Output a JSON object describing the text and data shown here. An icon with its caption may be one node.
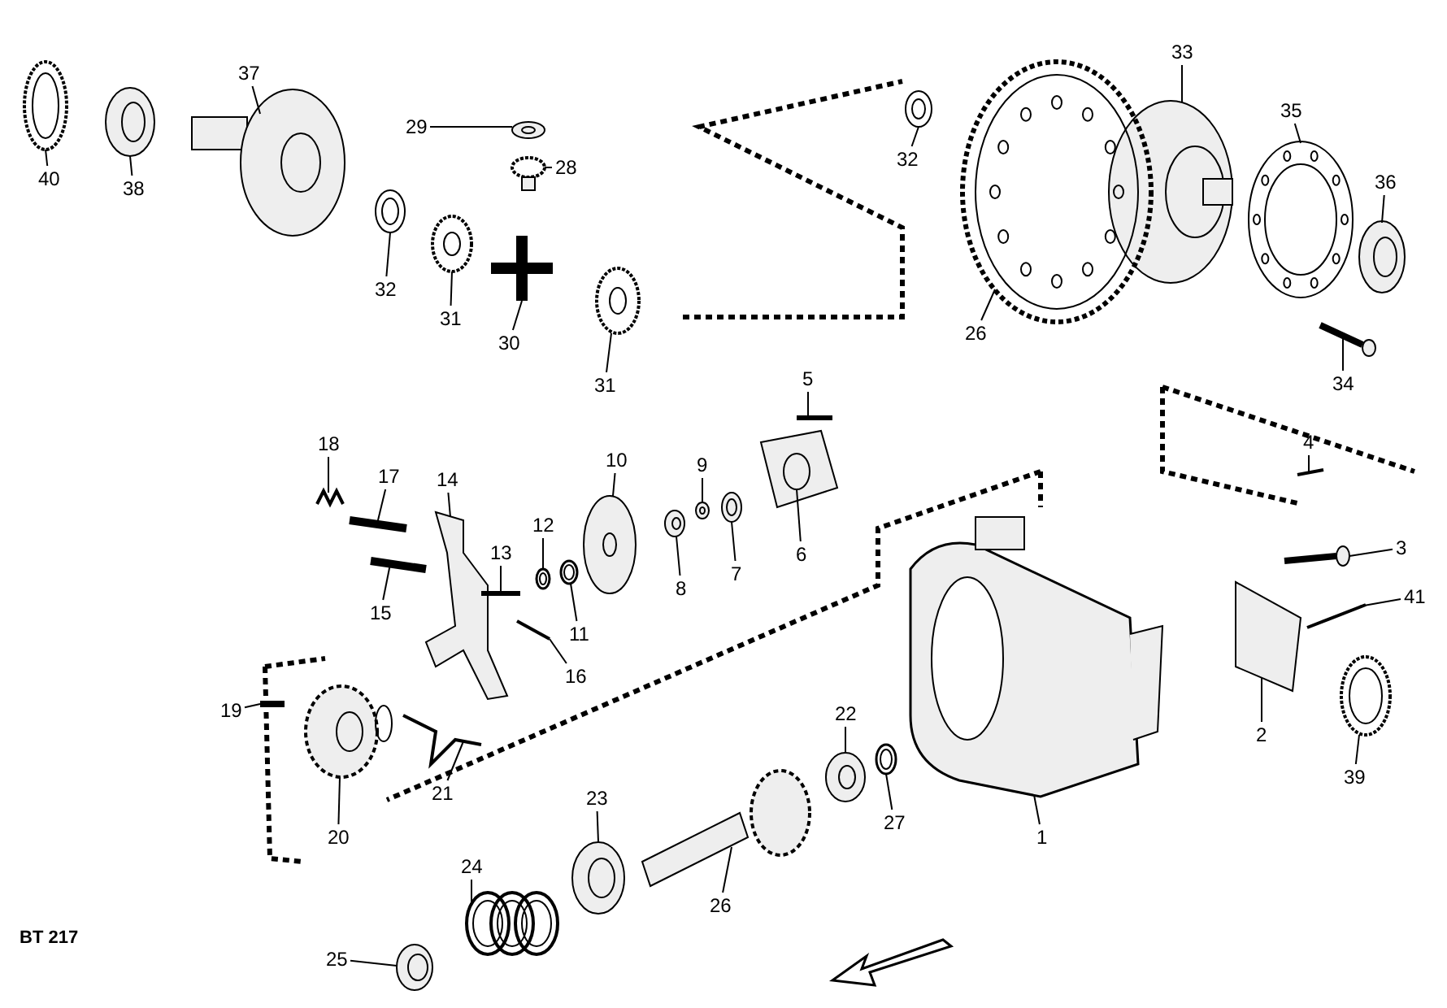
{
  "diagram": {
    "nodes": [
      {
        "text": [
          "40"
        ]
      },
      {
        "text": [
          "38"
        ]
      },
      {
        "text": [
          "37"
        ]
      },
      {
        "text": [
          "33"
        ]
      },
      {
        "text": [
          "35"
        ]
      },
      {
        "text": [
          "29"
        ]
      },
      {
        "text": [
          "32"
        ]
      },
      {
        "text": [
          "28"
        ]
      },
      {
        "text": [
          "36"
        ]
      },
      {
        "text": [
          "26"
        ]
      },
      {
        "text": [
          "32"
        ]
      },
      {
        "text": [
          "31"
        ]
      },
      {
        "text": [
          "30"
        ]
      },
      {
        "text": [
          "31"
        ]
      },
      {
        "text": [
          "5"
        ]
      },
      {
        "text": [
          "34"
        ]
      },
      {
        "text": [
          "4"
        ]
      },
      {
        "text": [
          "18"
        ]
      },
      {
        "text": [
          "10"
        ]
      },
      {
        "text": [
          "9"
        ]
      },
      {
        "text": [
          "17"
        ]
      },
      {
        "text": [
          "14"
        ]
      },
      {
        "text": [
          "12"
        ]
      },
      {
        "text": [
          "3"
        ]
      },
      {
        "text": [
          "6"
        ]
      },
      {
        "text": [
          "7"
        ]
      },
      {
        "text": [
          "13"
        ]
      },
      {
        "text": [
          "8"
        ]
      },
      {
        "text": [
          "41"
        ]
      },
      {
        "text": [
          "15"
        ]
      },
      {
        "text": [
          "11"
        ]
      },
      {
        "text": [
          "16"
        ]
      },
      {
        "text": [
          "19"
        ]
      },
      {
        "text": [
          "22"
        ]
      },
      {
        "text": [
          "2"
        ]
      },
      {
        "text": [
          "39"
        ]
      },
      {
        "text": [
          "21"
        ]
      },
      {
        "text": [
          "23"
        ]
      },
      {
        "text": [
          "27"
        ]
      },
      {
        "text": [
          "20"
        ]
      },
      {
        "text": [
          "1"
        ]
      },
      {
        "text": [
          "24"
        ]
      },
      {
        "text": [
          "26"
        ]
      },
      {
        "text": [
          "25"
        ]
      },
      {
        "text": [],
        "shape": "picture"
      },
      {
        "text": [],
        "shape": "picture"
      },
      {
        "text": [],
        "shape": "picture"
      },
      {
        "text": [],
        "shape": "picture"
      },
      {
        "text": [],
        "shape": "picture"
      },
      {
        "text": [],
        "shape": "picture"
      },
      {
        "text": [],
        "shape": "picture"
      },
      {
        "text": [],
        "shape": "picture"
      },
      {
        "text": [],
        "shape": "picture"
      },
      {
        "text": [],
        "shape": "picture"
      },
      {
        "text": [],
        "shape": "picture"
      },
      {
        "text": [],
        "shape": "picture"
      },
      {
        "text": [],
        "shape": "picture"
      },
      {
        "text": [],
        "shape": "picture"
      },
      {
        "text": [],
        "shape": "picture"
      },
      {
        "text": [],
        "shape": "picture"
      },
      {
        "text": [],
        "shape": "picture"
      },
      {
        "text": [],
        "shape": "picture"
      },
      {
        "text": [],
        "shape": "picture"
      },
      {
        "text": [],
        "shape": "picture"
      },
      {
        "text": [],
        "shape": "picture"
      },
      {
        "text": [],
        "shape": "picture"
      },
      {
        "text": [],
        "shape": "picture"
      },
      {
        "text": [],
        "shape": "picture"
      },
      {
        "text": [],
        "shape": "picture"
      },
      {
        "text": [],
        "shape": "picture"
      },
      {
        "text": [],
        "shape": "picture"
      },
      {
        "text": [],
        "shape": "picture"
      },
      {
        "text": [],
        "shape": "picture"
      },
      {
        "text": [],
        "shape": "picture"
      },
      {
        "text": [],
        "shape": "picture"
      },
      {
        "text": [],
        "shape": "picture"
      },
      {
        "text": [],
        "shape": "picture"
      },
      {
        "text": [],
        "shape": "picture"
      },
      {
        "text": [],
        "shape": "picture"
      },
      {
        "text": [],
        "shape": "picture"
      },
      {
        "text": [],
        "shape": "picture"
      },
      {
        "text": [],
        "shape": "picture"
      },
      {
        "text": [],
        "shape": "picture"
      },
      {
        "text": [],
        "shape": "picture"
      },
      {
        "text": [],
        "shape": "picture"
      },
      {
        "text": [],
        "shape": "picture"
      },
      {
        "text": [],
        "shape": "picture"
      },
      {
        "text": [],
        "shape": "picture"
      }
    ],
    "edges": [
      {
        "from": 0,
        "to": 44,
        "arrow": "none"
      },
      {
        "from": 1,
        "to": 45,
        "arrow": "none"
      },
      {
        "from": 2,
        "to": 46,
        "arrow": "none"
      },
      {
        "from": 3,
        "to": 47,
        "arrow": "none"
      },
      {
        "from": 4,
        "to": 48,
        "arrow": "none"
      },
      {
        "from": 5,
        "to": 49,
        "arrow": "none"
      },
      {
        "from": 6,
        "to": 50,
        "arrow": "none"
      },
      {
        "from": 7,
        "to": 51,
        "arrow": "none"
      },
      {
        "from": 8,
        "to": 52,
        "arrow": "none"
      },
      {
        "from": 9,
        "to": 53,
        "arrow": "none"
      },
      {
        "from": 10,
        "to": 54,
        "arrow": "none"
      },
      {
        "from": 11,
        "to": 55,
        "arrow": "none"
      },
      {
        "from": 12,
        "to": 56,
        "arrow": "none"
      },
      {
        "from": 13,
        "to": 57,
        "arrow": "none"
      },
      {
        "from": 14,
        "to": 58,
        "arrow": "none"
      },
      {
        "from": 15,
        "to": 59,
        "arrow": "none"
      },
      {
        "from": 16,
        "to": 60,
        "arrow": "none"
      },
      {
        "from": 17,
        "to": 61,
        "arrow": "none"
      },
      {
        "from": 18,
        "to": 62,
        "arrow": "none"
      },
      {
        "from": 19,
        "to": 63,
        "arrow": "none"
      },
      {
        "from": 20,
        "to": 64,
        "arrow": "none"
      },
      {
        "from": 21,
        "to": 65,
        "arrow": "none"
      },
      {
        "from": 22,
        "to": 66,
        "arrow": "none"
      },
      {
        "from": 23,
        "to": 67,
        "arrow": "none"
      },
      {
        "from": 24,
        "to": 68,
        "arrow": "none"
      },
      {
        "from": 25,
        "to": 69,
        "arrow": "none"
      },
      {
        "from": 26,
        "to": 70,
        "arrow": "none"
      },
      {
        "from": 27,
        "to": 71,
        "arrow": "none"
      },
      {
        "from": 28,
        "to": 72,
        "arrow": "none"
      },
      {
        "from": 29,
        "to": 73,
        "arrow": "none"
      },
      {
        "from": 30,
        "to": 74,
        "arrow": "none"
      },
      {
        "from": 31,
        "to": 75,
        "arrow": "none"
      },
      {
        "from": 32,
        "to": 76,
        "arrow": "none"
      },
      {
        "from": 33,
        "to": 77,
        "arrow": "none"
      },
      {
        "from": 34,
        "to": 78,
        "arrow": "none"
      },
      {
        "from": 35,
        "to": 79,
        "arrow": "none"
      },
      {
        "from": 36,
        "to": 80,
        "arrow": "none"
      },
      {
        "from": 37,
        "to": 81,
        "arrow": "none"
      },
      {
        "from": 38,
        "to": 82,
        "arrow": "none"
      },
      {
        "from": 39,
        "to": 83,
        "arrow": "none"
      },
      {
        "from": 40,
        "to": 84,
        "arrow": "none"
      },
      {
        "from": 41,
        "to": 85,
        "arrow": "none"
      },
      {
        "from": 42,
        "to": 86,
        "arrow": "none"
      },
      {
        "from": 43,
        "to": 87,
        "arrow": "none"
      }
    ],
    "labels": [
      "BT 217"
    ]
  }
}
